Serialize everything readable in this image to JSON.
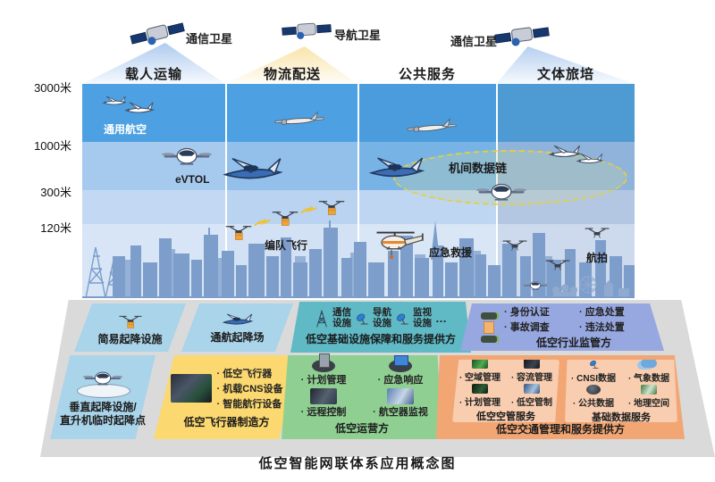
{
  "caption": "低空智能网联体系应用概念图",
  "satellites": [
    {
      "label": "通信卫星"
    },
    {
      "label": "导航卫星"
    },
    {
      "label": "通信卫星"
    }
  ],
  "columns": [
    {
      "header": "载人运输"
    },
    {
      "header": "物流配送"
    },
    {
      "header": "公共服务"
    },
    {
      "header": "文体旅培"
    }
  ],
  "altitudes": [
    "3000米",
    "1000米",
    "300米",
    "120米"
  ],
  "sky": {
    "general_aviation": "通用航空",
    "evtol": "eVTOL",
    "formation": "编队飞行",
    "datalink": "机间数据链",
    "rescue": "应急救援",
    "aerial": "航拍"
  },
  "infra_row": {
    "simple_pad": {
      "label": "简易起降设施"
    },
    "ga_airfield": {
      "label": "通航起降场"
    },
    "infra": {
      "label": "低空基础设施保障和服务提供方",
      "items": [
        "通信\n设施",
        "导航\n设施",
        "监视\n设施"
      ],
      "ellipsis": "…"
    },
    "regulator": {
      "label": "低空行业监管方",
      "items": [
        "身份认证",
        "应急处置",
        "事故调查",
        "违法处置"
      ]
    }
  },
  "stakeholder_row": {
    "vtol_pad": {
      "label": "垂直起降设施/\n直升机临时起降点"
    },
    "manufacturer": {
      "label": "低空飞行器制造方",
      "items": [
        "低空飞行器",
        "机载CNS设备",
        "智能航行设备"
      ]
    },
    "operator": {
      "label": "低空运营方",
      "items": [
        "计划管理",
        "应急响应",
        "远程控制",
        "航空器监视"
      ]
    },
    "traffic": {
      "label": "低空交通管理和服务提供方",
      "atc": {
        "label": "低空空管服务",
        "items": [
          "空域管理",
          "容流管理",
          "计划管理",
          "低空管制"
        ]
      },
      "base_data": {
        "label": "基础数据服务",
        "items": [
          "CNSI数据",
          "气象数据",
          "公共数据",
          "地理空间"
        ]
      }
    }
  },
  "colors": {
    "band_deep": "#4da0e2",
    "teal": "#5fbac6",
    "lavender": "#97a7e0",
    "yellow": "#fbd870",
    "green": "#8fcf92",
    "orange": "#f2a673",
    "panel_blue": "#a9d4ea",
    "link_yellow": "#f5c832"
  }
}
